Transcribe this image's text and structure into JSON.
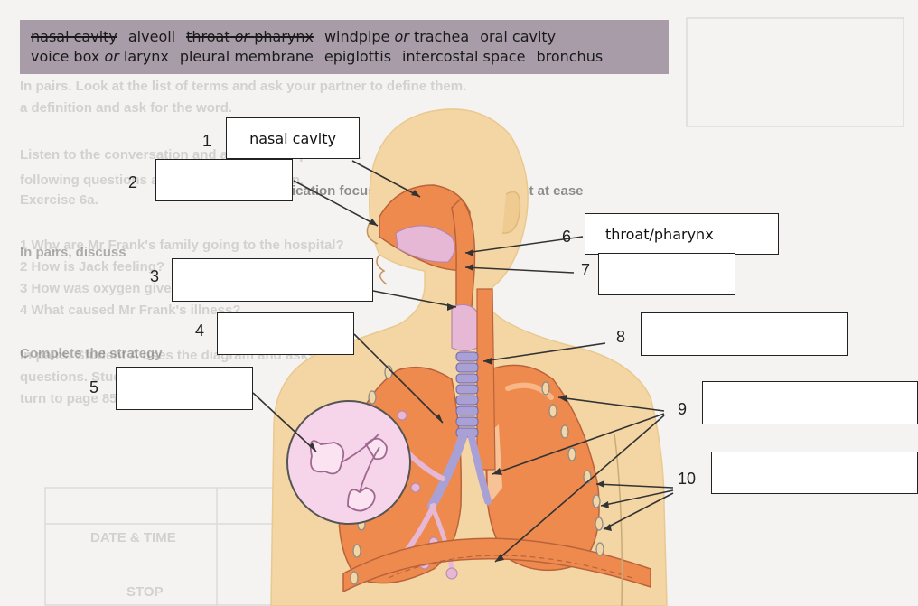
{
  "word_bank": {
    "line1": [
      {
        "text": "nasal cavity",
        "used": true
      },
      {
        "text": "alveoli",
        "used": false
      },
      {
        "parts": [
          [
            "throat",
            false
          ],
          [
            " or ",
            true
          ],
          [
            "pharynx",
            false
          ]
        ],
        "used": true
      },
      {
        "parts": [
          [
            "windpipe",
            false
          ],
          [
            " or ",
            true
          ],
          [
            "trachea",
            false
          ]
        ],
        "used": false
      },
      {
        "text": "oral cavity",
        "used": false
      }
    ],
    "line2": [
      {
        "parts": [
          [
            "voice box",
            false
          ],
          [
            " or ",
            true
          ],
          [
            "larynx",
            false
          ]
        ],
        "used": false
      },
      {
        "text": "pleural membrane",
        "used": false
      },
      {
        "text": "epiglottis",
        "used": false
      },
      {
        "text": "intercostal space",
        "used": false
      },
      {
        "text": "bronchus",
        "used": false
      }
    ]
  },
  "labels": [
    {
      "num": "1",
      "answer": "nasal cavity"
    },
    {
      "num": "2",
      "answer": ""
    },
    {
      "num": "3",
      "answer": ""
    },
    {
      "num": "4",
      "answer": ""
    },
    {
      "num": "5",
      "answer": ""
    },
    {
      "num": "6",
      "answer": "throat/pharynx"
    },
    {
      "num": "7",
      "answer": ""
    },
    {
      "num": "8",
      "answer": ""
    },
    {
      "num": "9",
      "answer": ""
    },
    {
      "num": "10",
      "answer": ""
    }
  ],
  "colors": {
    "wordbank_bg": "#a89ca8",
    "body_skin": "#f3d6a3",
    "organ_orange": "#ef8a4e",
    "airway_pink": "#e6b8d6",
    "trachea_purple": "#a9a0d6"
  }
}
